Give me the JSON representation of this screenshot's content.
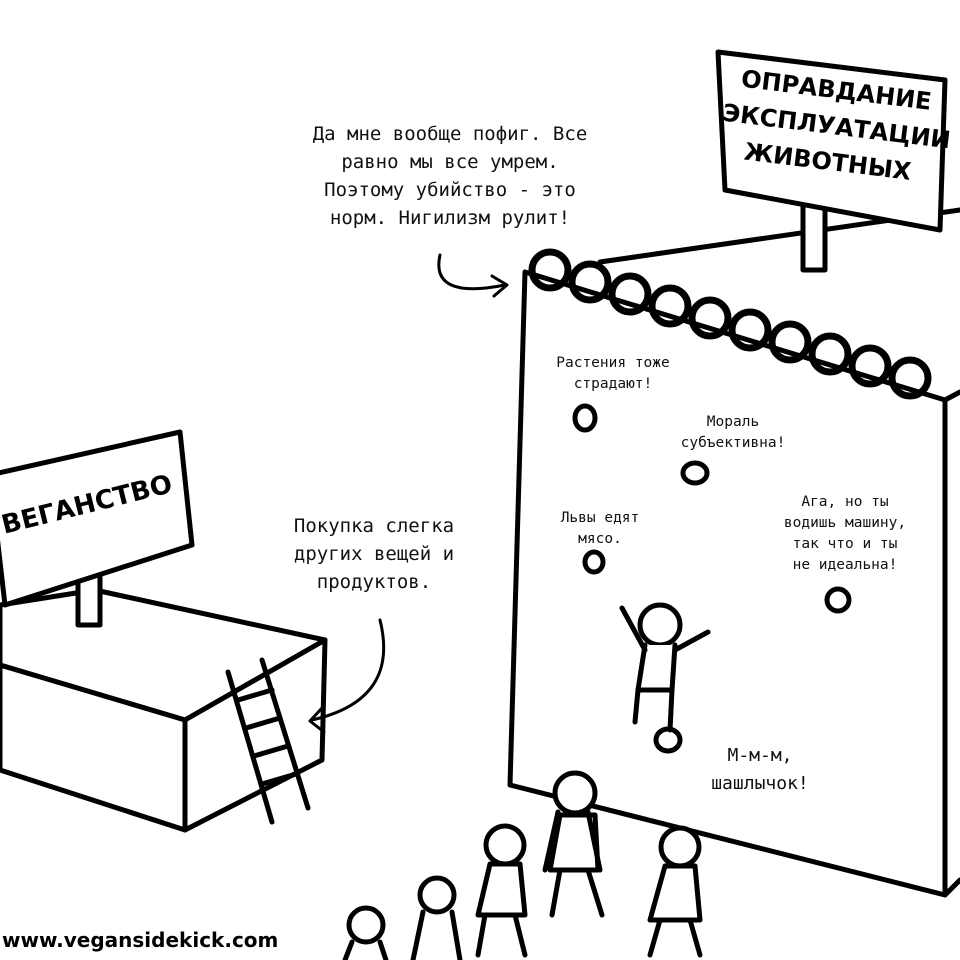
{
  "signs": {
    "right": "ОПРАВДАНИЕ\nЭКСПЛУАТАЦИИ\nЖИВОТНЫХ",
    "left": "ВЕГАНСТВО"
  },
  "speech": {
    "nihilism": "Да мне вообще пофиг. Все\nравно мы все умрем.\nПоэтому убийство - это\nнорм. Нигилизм рулит!",
    "purchase": "Покупка слегка\nдругих вещей и\nпродуктов.",
    "plants": "Растения тоже\nстрадают!",
    "morals": "Мораль\nсубъективна!",
    "lions": "Львы едят\nмясо.",
    "car": "Ага, но ты\nводишь машину,\nтак что и ты\nне идеальна!",
    "kebab": "М-м-м,\nшашлычок!"
  },
  "watermark": "www.vegansidekick.com"
}
